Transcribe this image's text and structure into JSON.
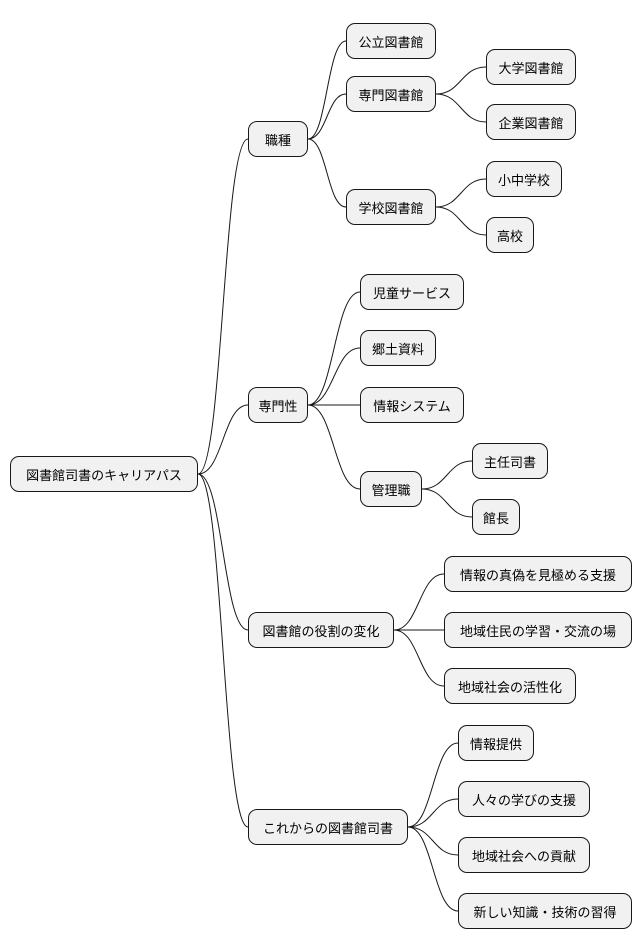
{
  "mindmap": {
    "root": "図書館司書のキャリアパス",
    "branches": [
      {
        "label": "職種",
        "children": [
          {
            "label": "公立図書館",
            "children": []
          },
          {
            "label": "専門図書館",
            "children": [
              {
                "label": "大学図書館"
              },
              {
                "label": "企業図書館"
              }
            ]
          },
          {
            "label": "学校図書館",
            "children": [
              {
                "label": "小中学校"
              },
              {
                "label": "高校"
              }
            ]
          }
        ]
      },
      {
        "label": "専門性",
        "children": [
          {
            "label": "児童サービス",
            "children": []
          },
          {
            "label": "郷土資料",
            "children": []
          },
          {
            "label": "情報システム",
            "children": []
          },
          {
            "label": "管理職",
            "children": [
              {
                "label": "主任司書"
              },
              {
                "label": "館長"
              }
            ]
          }
        ]
      },
      {
        "label": "図書館の役割の変化",
        "children": [
          {
            "label": "情報の真偽を見極める支援"
          },
          {
            "label": "地域住民の学習・交流の場"
          },
          {
            "label": "地域社会の活性化"
          }
        ]
      },
      {
        "label": "これからの図書館司書",
        "children": [
          {
            "label": "情報提供"
          },
          {
            "label": "人々の学びの支援"
          },
          {
            "label": "地域社会への貢献"
          },
          {
            "label": "新しい知識・技術の習得"
          }
        ]
      }
    ]
  }
}
